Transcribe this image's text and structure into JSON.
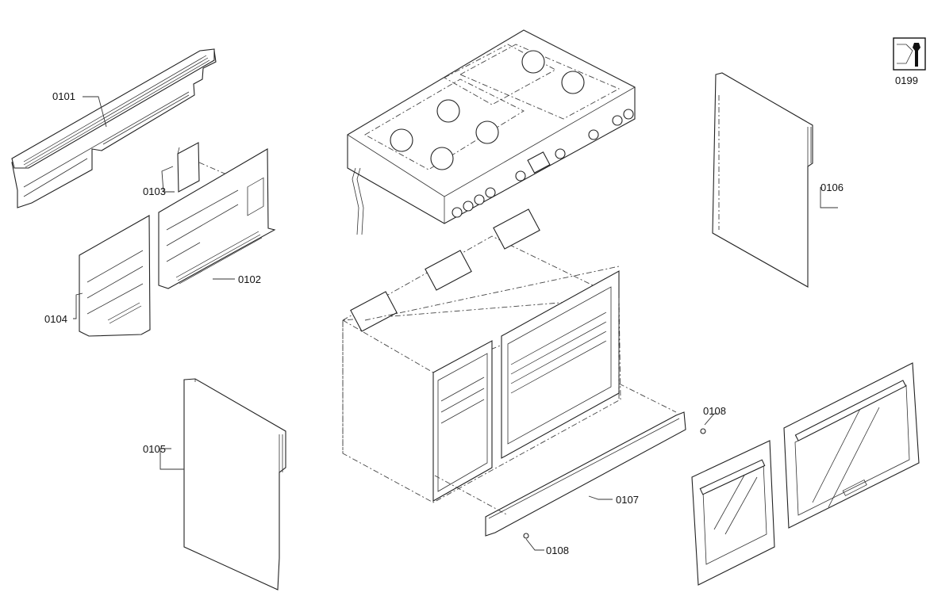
{
  "diagram": {
    "parts": [
      {
        "id": "0101",
        "label": "0101"
      },
      {
        "id": "0102",
        "label": "0102"
      },
      {
        "id": "0103",
        "label": "0103"
      },
      {
        "id": "0104",
        "label": "0104"
      },
      {
        "id": "0105",
        "label": "0105"
      },
      {
        "id": "0106",
        "label": "0106"
      },
      {
        "id": "0107",
        "label": "0107"
      },
      {
        "id": "0108a",
        "label": "0108"
      },
      {
        "id": "0108b",
        "label": "0108"
      }
    ],
    "service_icon": {
      "label": "0199",
      "icon": "service-wrench-icon"
    }
  }
}
